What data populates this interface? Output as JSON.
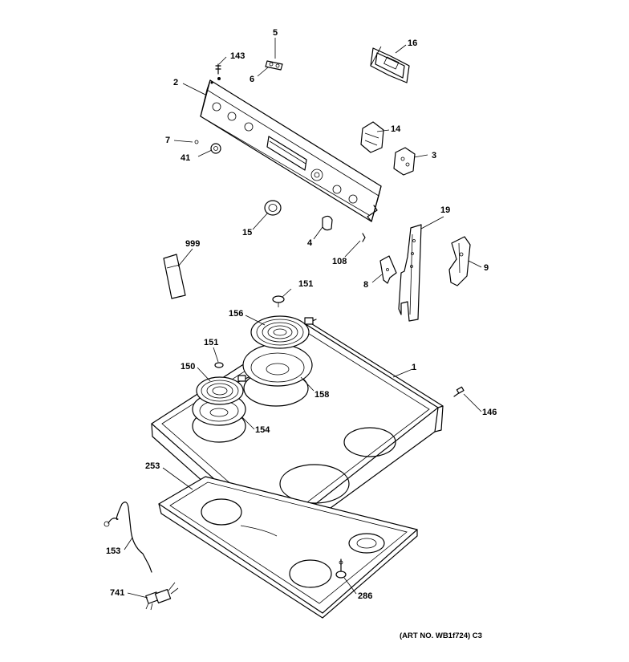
{
  "callouts": {
    "n1": "1",
    "n2": "2",
    "n3": "3",
    "n4": "4",
    "n5": "5",
    "n6": "6",
    "n7": "7",
    "n8": "8",
    "n9": "9",
    "n14": "14",
    "n15": "15",
    "n16": "16",
    "n19": "19",
    "n41": "41",
    "n108": "108",
    "n143": "143",
    "n146": "146",
    "n150": "150",
    "n151a": "151",
    "n151b": "151",
    "n153": "153",
    "n154": "154",
    "n156": "156",
    "n158": "158",
    "n253": "253",
    "n286": "286",
    "n741": "741",
    "n999": "999"
  },
  "caption": "(ART NO. WB1f724) C3"
}
